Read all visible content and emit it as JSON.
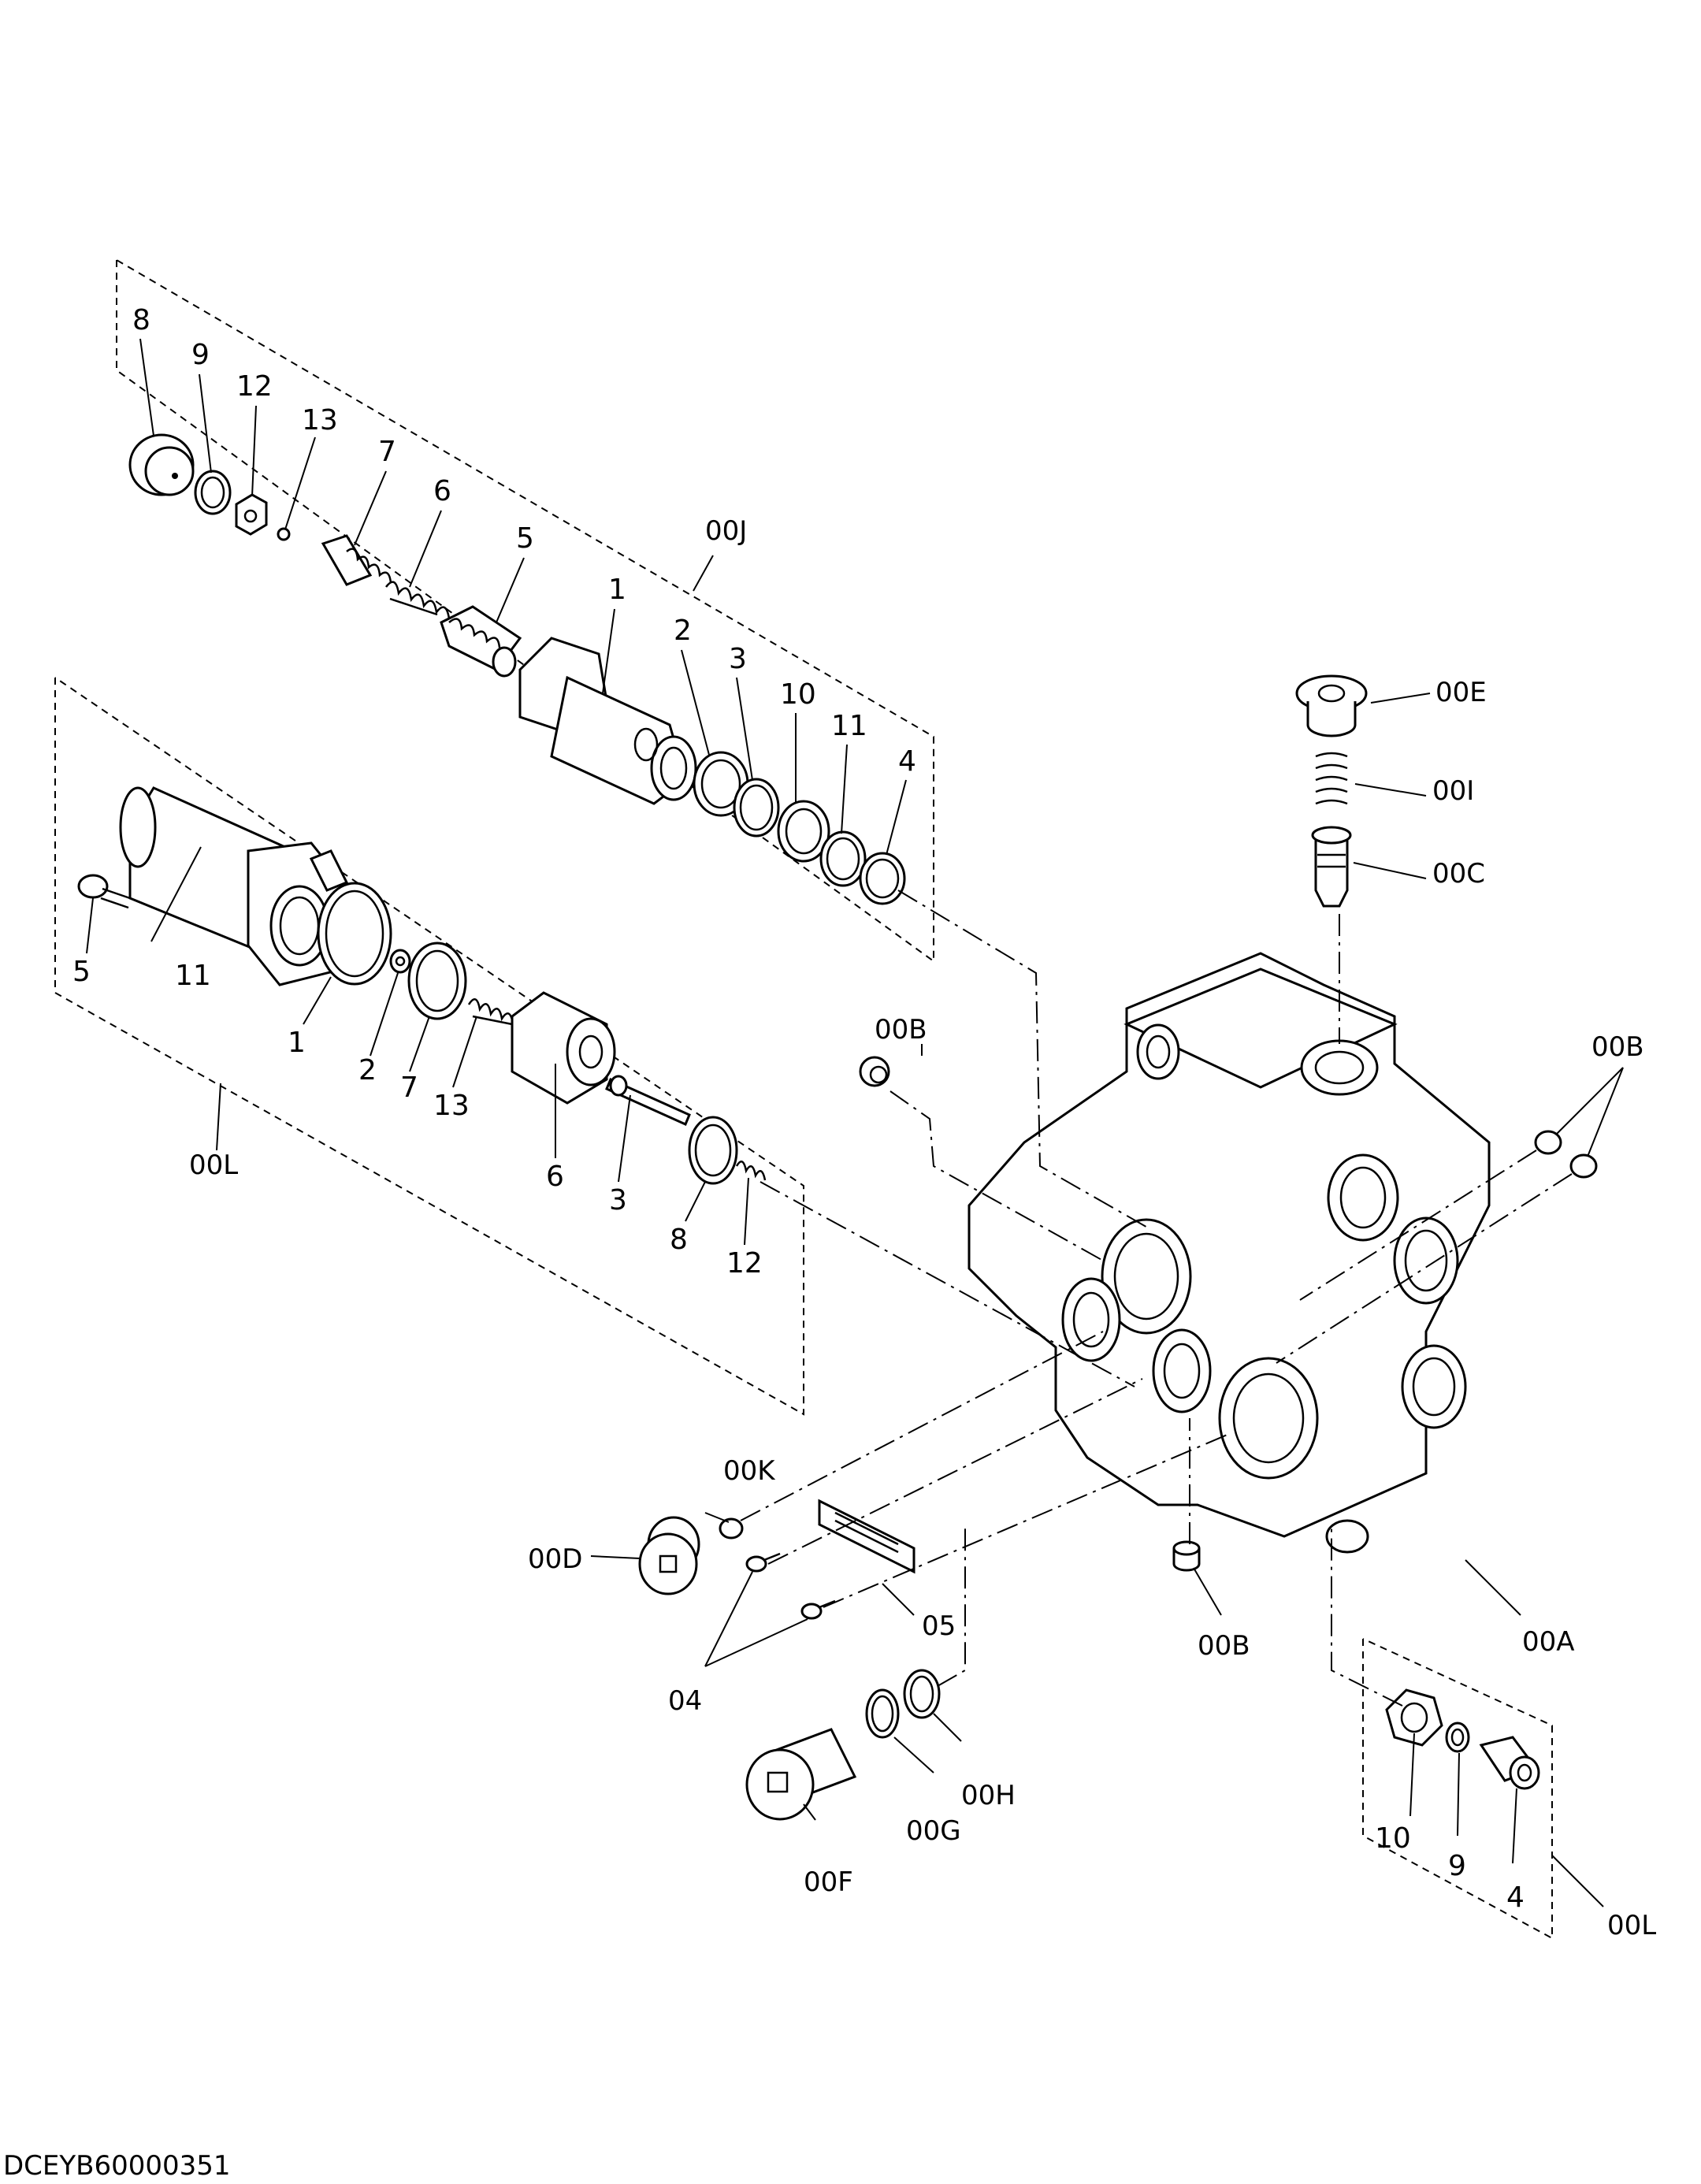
{
  "drawing_code": "DCEYB60000351",
  "groups": {
    "upper_kit": "00J",
    "left_kit": "00L",
    "lower_right_kit": "00L"
  },
  "labels": {
    "u8": "8",
    "u9": "9",
    "u12": "12",
    "u13": "13",
    "u7": "7",
    "u6": "6",
    "u5": "5",
    "u1": "1",
    "u2": "2",
    "u3": "3",
    "u10": "10",
    "u11": "11",
    "u4": "4",
    "l5": "5",
    "l11": "11",
    "l1": "1",
    "l2": "2",
    "l7": "7",
    "l13": "13",
    "l6": "6",
    "l3": "3",
    "l8": "8",
    "l12": "12",
    "r10": "10",
    "r9": "9",
    "r4": "4",
    "p00A": "00A",
    "p00B_top": "00B",
    "p00B_right": "00B",
    "p00B_bottom": "00B",
    "p00C": "00C",
    "p00D": "00D",
    "p00E": "00E",
    "p00F": "00F",
    "p00G": "00G",
    "p00H": "00H",
    "p00I": "00I",
    "p00K": "00K",
    "p04": "04",
    "p05": "05"
  }
}
